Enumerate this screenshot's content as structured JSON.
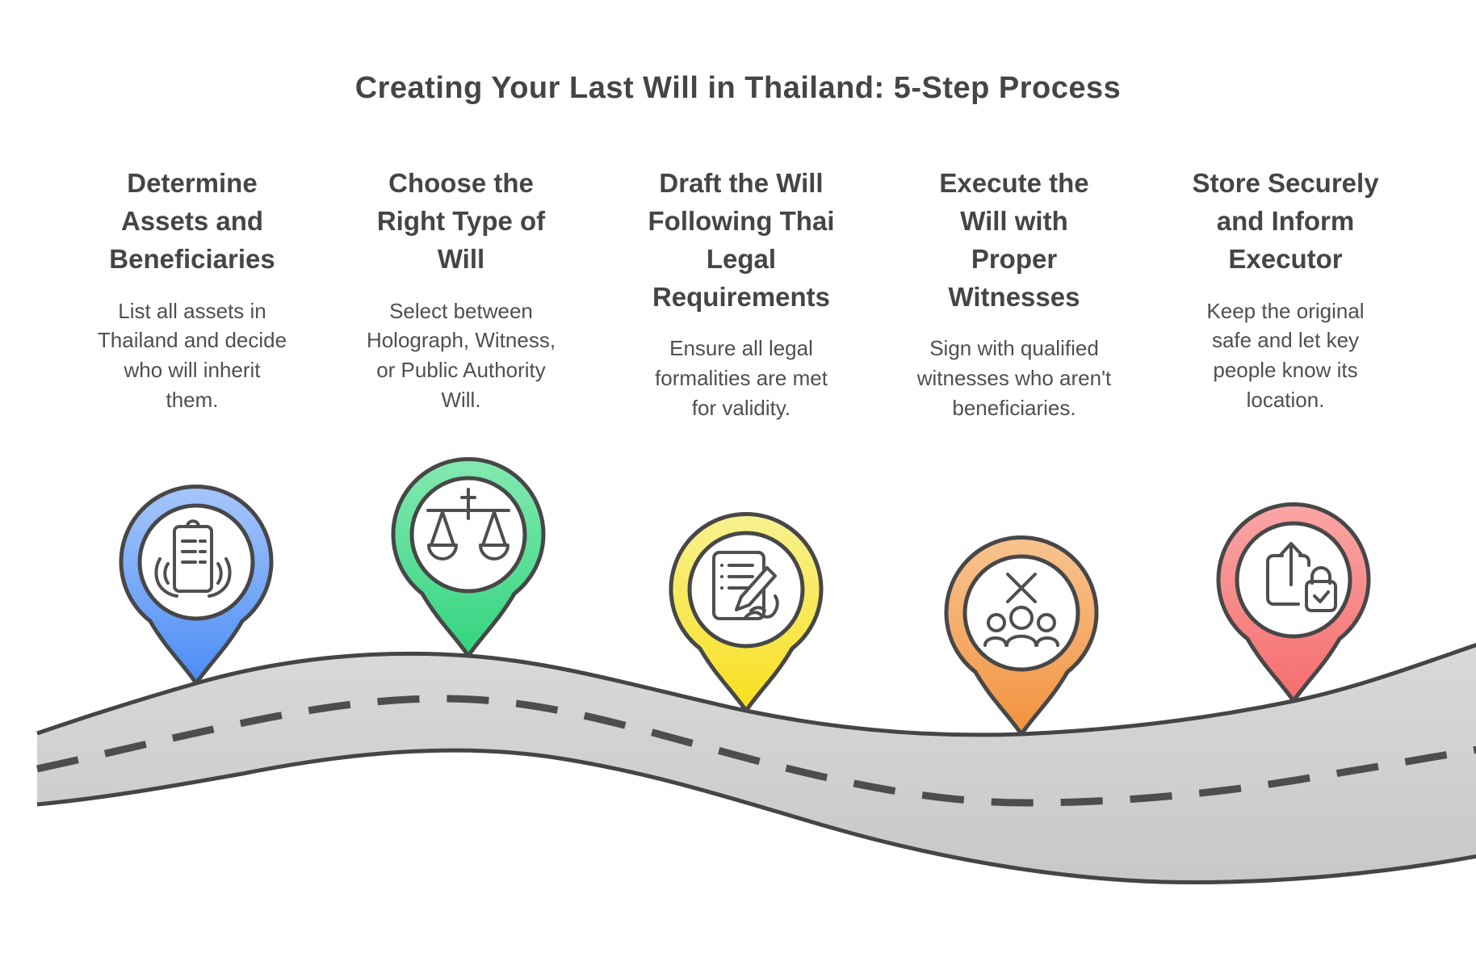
{
  "title": "Creating Your Last Will in Thailand: 5-Step Process",
  "steps": [
    {
      "heading": "Determine\nAssets and\nBeneficiaries",
      "body": "List all assets in\nThailand and decide\nwho will inherit\nthem.",
      "icon": "clipboard-in-hands-icon",
      "pin_color_name": "blue",
      "pin_gradient": {
        "top": "#A6C6FA",
        "bottom": "#4A8CF5"
      }
    },
    {
      "heading": "Choose the\nRight Type of\nWill",
      "body": "Select between\nHolograph, Witness,\nor Public Authority\nWill.",
      "icon": "scales-of-justice-icon",
      "pin_color_name": "green",
      "pin_gradient": {
        "top": "#84E9B1",
        "bottom": "#33D47F"
      }
    },
    {
      "heading": "Draft the Will\nFollowing Thai\nLegal\nRequirements",
      "body": "Ensure all legal\nformalities are met\nfor validity.",
      "icon": "document-signing-icon",
      "pin_color_name": "yellow",
      "pin_gradient": {
        "top": "#F8F190",
        "bottom": "#F8DF1D"
      }
    },
    {
      "heading": "Execute the\nWill with\nProper\nWitnesses",
      "body": "Sign with qualified\nwitnesses who aren't\nbeneficiaries.",
      "icon": "witnesses-excluded-icon",
      "pin_color_name": "orange",
      "pin_gradient": {
        "top": "#F8C48F",
        "bottom": "#F2923F"
      }
    },
    {
      "heading": "Store Securely\nand Inform\nExecutor",
      "body": "Keep the original\nsafe and let key\npeople know its\nlocation.",
      "icon": "secure-storage-icon",
      "pin_color_name": "red",
      "pin_gradient": {
        "top": "#FAA5A5",
        "bottom": "#F66D6D"
      }
    }
  ],
  "road": {
    "fill_top": "#D9D9D9",
    "fill_bottom": "#C8C8C8",
    "edge_color": "#454545",
    "centerline_color": "#4D4D4D"
  },
  "text_colors": {
    "title": "#454545",
    "heading": "#454545",
    "body": "#4F4F4F"
  },
  "line_colors": {
    "pin_outline": "#474747",
    "icon_stroke": "#4F4F4F"
  }
}
